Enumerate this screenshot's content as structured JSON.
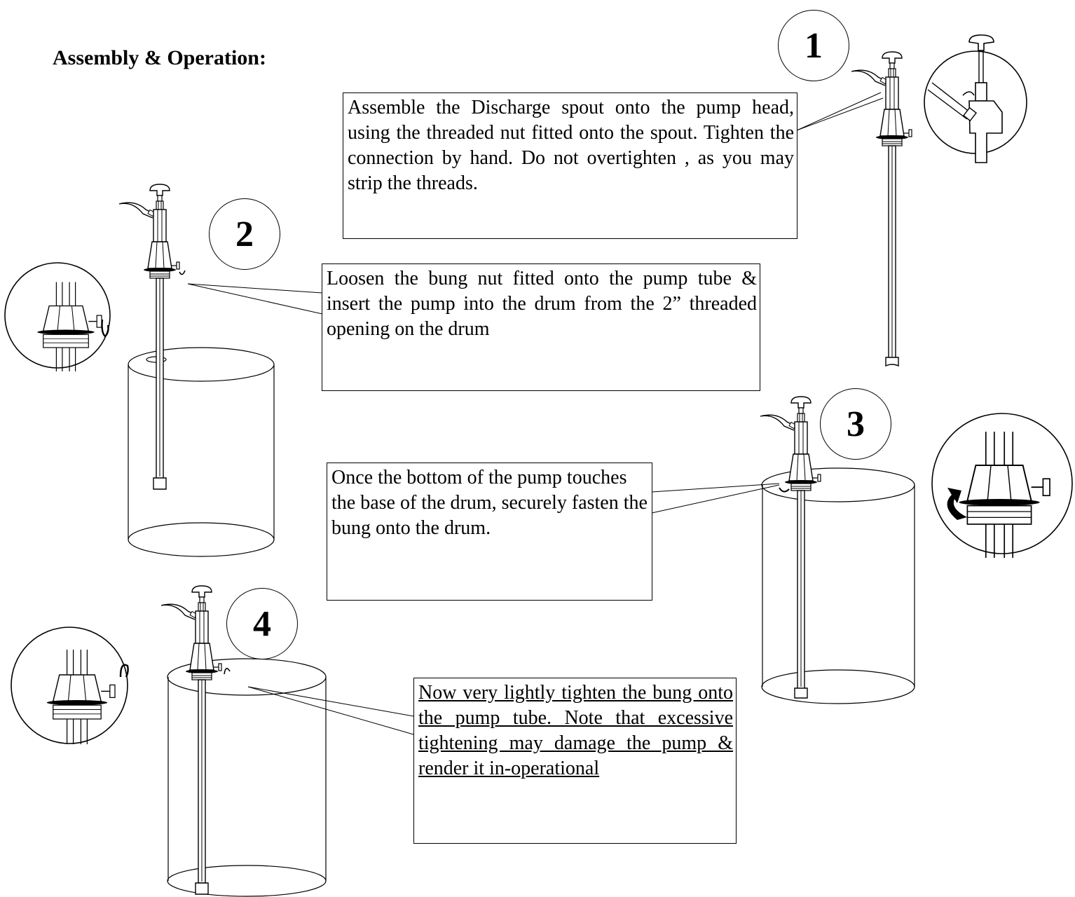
{
  "title": "Assembly & Operation:",
  "steps": [
    {
      "number": "1",
      "text": "Assemble the Discharge spout onto the pump head, using the threaded nut fitted onto the spout. Tighten the connection by hand. Do not overtighten , as you may strip the threads."
    },
    {
      "number": "2",
      "text": "Loosen the bung nut fitted onto the pump tube & insert the pump into the drum from the 2” threaded opening on the drum"
    },
    {
      "number": "3",
      "text": "Once the bottom of the pump touches the base of the drum, securely fasten the bung onto the drum."
    },
    {
      "number": "4",
      "text": "Now very lightly tighten the bung onto the pump tube. Note that excessive tightening may damage the pump & render it in-operational"
    }
  ],
  "colors": {
    "line": "#000000",
    "background": "#ffffff"
  }
}
